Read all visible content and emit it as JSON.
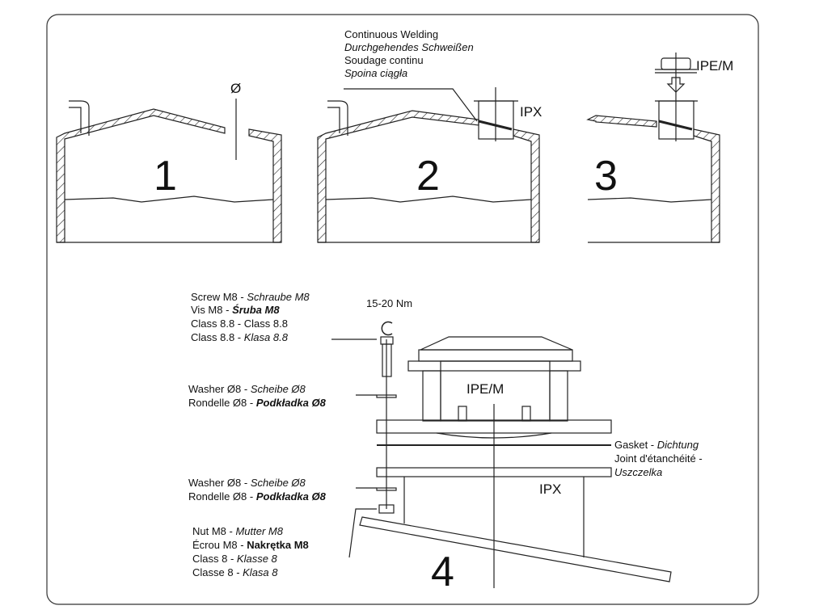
{
  "panels": {
    "p1": {
      "number": "1",
      "opening_label": "Ø"
    },
    "p2": {
      "number": "2",
      "nozzle_label": "IPX",
      "weld": [
        "Continuous Welding",
        "Durchgehendes Schweißen",
        "Soudage continu",
        "Spoina ciągła"
      ]
    },
    "p3": {
      "number": "3",
      "device_label": "IPE/M"
    },
    "p4": {
      "number": "4",
      "device_label": "IPE/M",
      "nozzle_label": "IPX",
      "torque": "15-20 Nm",
      "screw": {
        "l1a": "Screw M8 - ",
        "l1b": "Schraube M8",
        "l2a": "Vis M8 - ",
        "l2b": "Śruba M8",
        "l3": "Class 8.8 - Class 8.8",
        "l4a": "Class 8.8 - ",
        "l4b": "Klasa 8.8"
      },
      "washer1": {
        "l1a": "Washer Ø8 - ",
        "l1b": "Scheibe Ø8",
        "l2a": "Rondelle Ø8 - ",
        "l2b": "Podkładka Ø8"
      },
      "washer2": {
        "l1a": "Washer Ø8 - ",
        "l1b": "Scheibe Ø8",
        "l2a": "Rondelle Ø8 - ",
        "l2b": "Podkładka Ø8"
      },
      "nut": {
        "l1a": "Nut M8 - ",
        "l1b": "Mutter M8",
        "l2a": "Écrou M8 - ",
        "l2b": "Nakrętka M8",
        "l3a": "Class 8 - ",
        "l3b": "Klasse 8",
        "l4a": "Classe 8 - ",
        "l4b": "Klasa 8"
      },
      "gasket": {
        "l1a": "Gasket - ",
        "l1b": "Dichtung",
        "l2": "Joint d'étanchéité -",
        "l3": "Uszczelka"
      }
    }
  }
}
